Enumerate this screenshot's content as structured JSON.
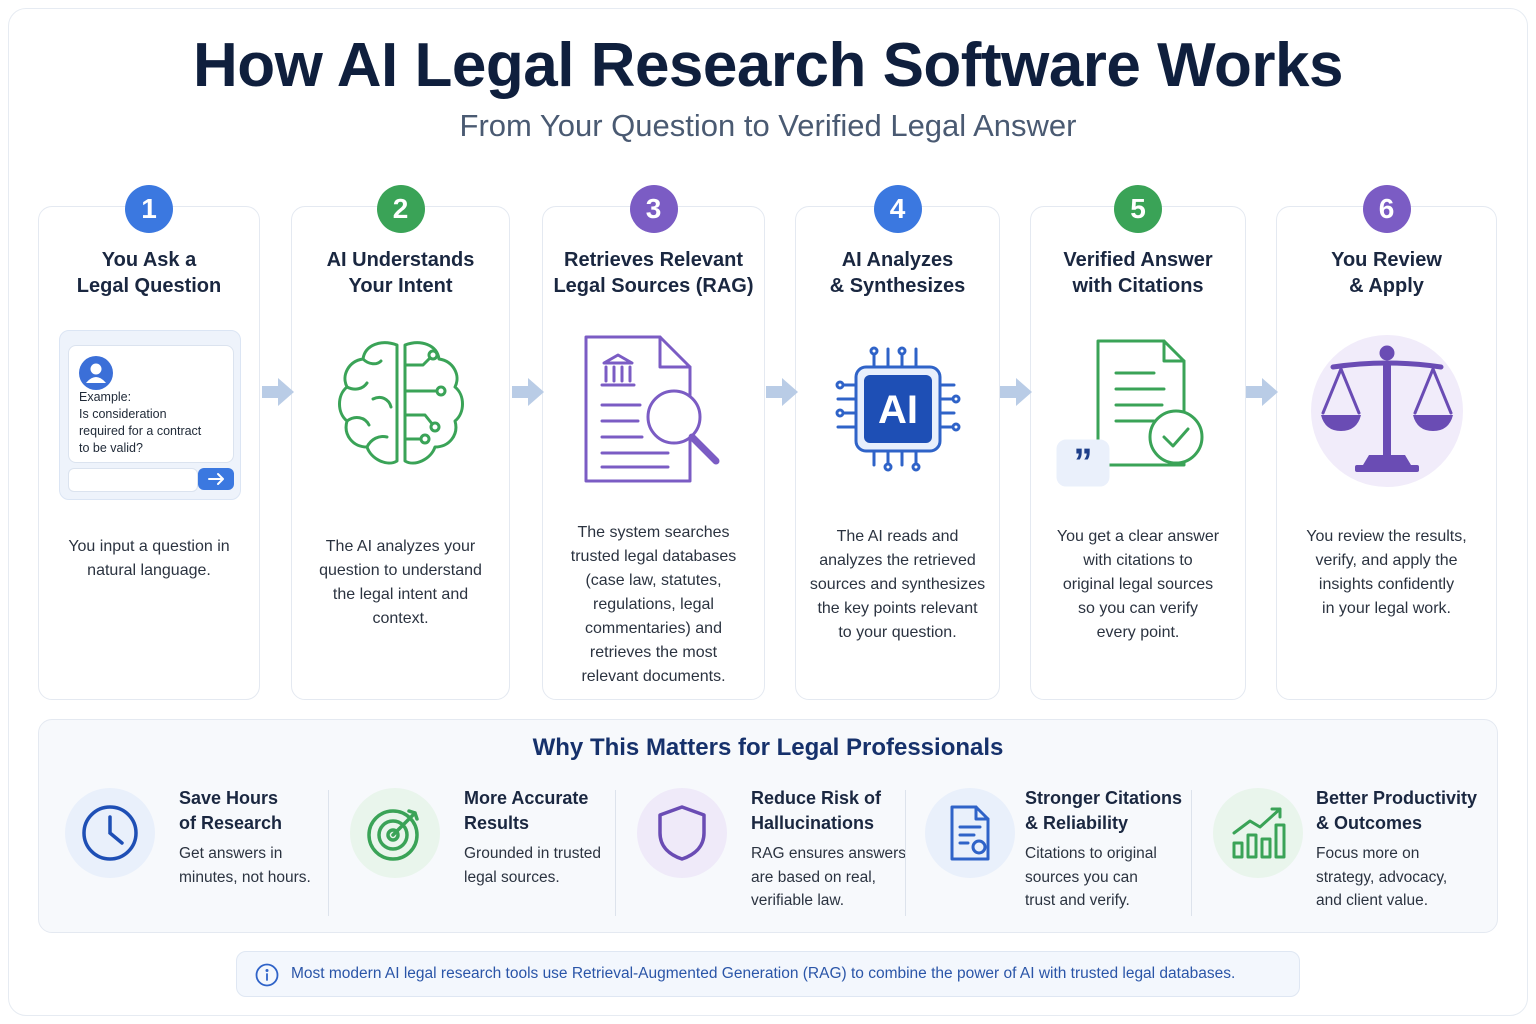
{
  "header": {
    "title": "How AI Legal Research Software Works",
    "subtitle": "From Your Question to Verified Legal Answer"
  },
  "colors": {
    "blue": "#3b78e0",
    "green": "#3aa357",
    "purple": "#7b5cc4",
    "navy": "#16316b",
    "arrow": "#b9cce6"
  },
  "steps": [
    {
      "number": "1",
      "title_lines": [
        "You Ask a",
        "Legal Question"
      ],
      "icon": "chat-window-icon",
      "example": {
        "lines": [
          "Example:",
          "Is consideration",
          "required for a contract",
          "to be valid?"
        ]
      },
      "desc_lines": [
        "You input a question in",
        "natural language."
      ]
    },
    {
      "number": "2",
      "title_lines": [
        "AI Understands",
        "Your Intent"
      ],
      "icon": "brain-circuit-icon",
      "desc_lines": [
        "The AI analyzes your",
        "question to understand",
        "the legal intent and",
        "context."
      ]
    },
    {
      "number": "3",
      "title_lines": [
        "Retrieves Relevant",
        "Legal Sources (RAG)"
      ],
      "icon": "document-search-icon",
      "desc_lines": [
        "The system searches",
        "trusted legal databases",
        "(case law, statutes,",
        "regulations, legal",
        "commentaries) and",
        "retrieves the most",
        "relevant documents."
      ]
    },
    {
      "number": "4",
      "title_lines": [
        "AI Analyzes",
        "& Synthesizes"
      ],
      "icon": "ai-chip-icon",
      "chip_label": "AI",
      "desc_lines": [
        "The AI reads and",
        "analyzes the retrieved",
        "sources and synthesizes",
        "the key points relevant",
        "to your question."
      ]
    },
    {
      "number": "5",
      "title_lines": [
        "Verified Answer",
        "with Citations"
      ],
      "icon": "verified-document-icon",
      "desc_lines": [
        "You get a clear answer",
        "with citations to",
        "original legal sources",
        "so you can verify",
        "every point."
      ]
    },
    {
      "number": "6",
      "title_lines": [
        "You Review",
        "& Apply"
      ],
      "icon": "scales-of-justice-icon",
      "desc_lines": [
        "You review the results,",
        "verify, and apply the",
        "insights confidently",
        "in your legal work."
      ]
    }
  ],
  "why": {
    "title": "Why This Matters for Legal Professionals",
    "benefits": [
      {
        "icon": "clock-icon",
        "title_lines": [
          "Save Hours",
          "of Research"
        ],
        "desc_lines": [
          "Get answers in",
          "minutes, not hours."
        ]
      },
      {
        "icon": "target-icon",
        "title_lines": [
          "More Accurate",
          "Results"
        ],
        "desc_lines": [
          "Grounded in trusted",
          "legal sources."
        ]
      },
      {
        "icon": "shield-icon",
        "title_lines": [
          "Reduce Risk of",
          "Hallucinations"
        ],
        "desc_lines": [
          "RAG ensures answers",
          "are based on real,",
          "verifiable law."
        ]
      },
      {
        "icon": "citation-document-icon",
        "title_lines": [
          "Stronger Citations",
          "& Reliability"
        ],
        "desc_lines": [
          "Citations to original",
          "sources you can",
          "trust and verify."
        ]
      },
      {
        "icon": "growth-chart-icon",
        "title_lines": [
          "Better Productivity",
          "& Outcomes"
        ],
        "desc_lines": [
          "Focus more on",
          "strategy, advocacy,",
          "and client value."
        ]
      }
    ]
  },
  "note": {
    "icon": "info-icon",
    "text": "Most modern AI legal research tools use Retrieval-Augmented Generation (RAG) to combine the power of AI with trusted legal databases."
  }
}
